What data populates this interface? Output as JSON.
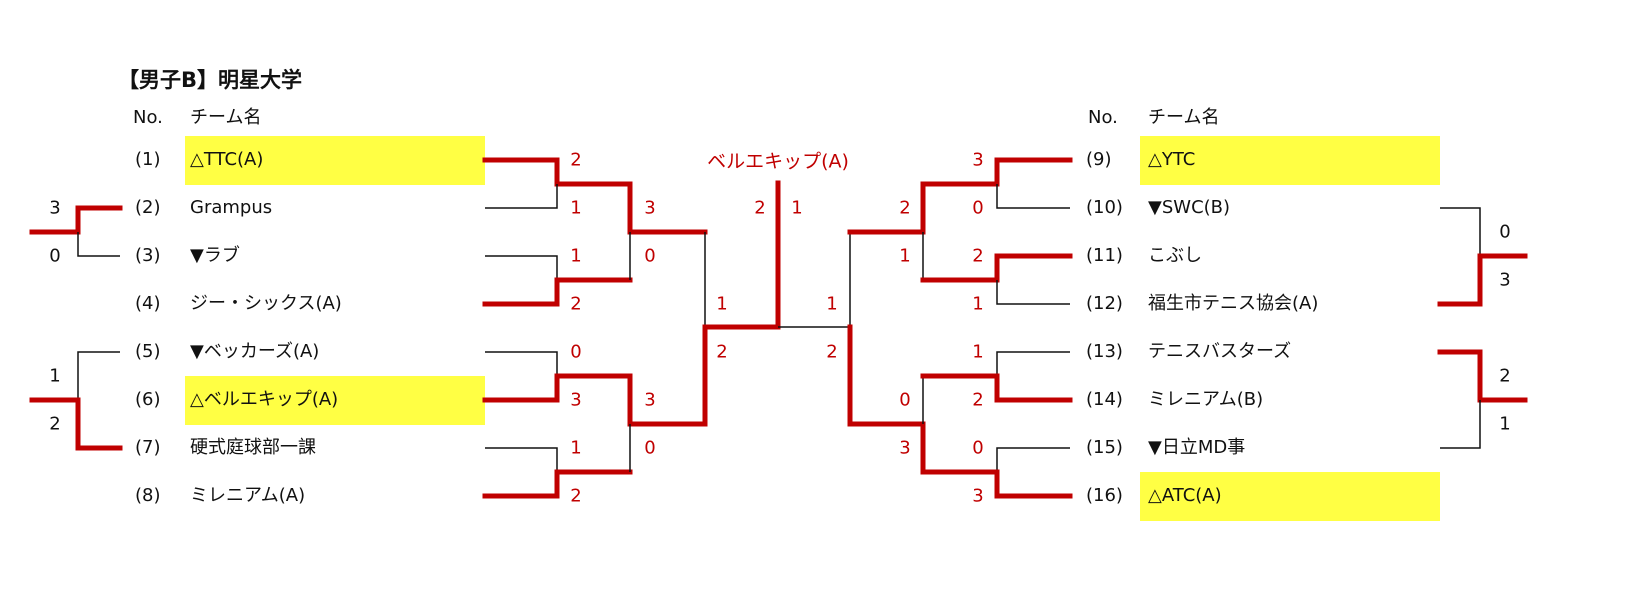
{
  "title": "【男子B】明星大学",
  "headers": {
    "no": "No.",
    "team": "チーム名"
  },
  "champion": "ベルエキップ(A)",
  "left_teams": [
    {
      "no": "(1)",
      "name": "△TTC(A)",
      "highlight": true
    },
    {
      "no": "(2)",
      "name": "Grampus"
    },
    {
      "no": "(3)",
      "name": "▼ラブ"
    },
    {
      "no": "(4)",
      "name": "ジー・シックス(A)"
    },
    {
      "no": "(5)",
      "name": "▼ベッカーズ(A)"
    },
    {
      "no": "(6)",
      "name": "△ベルエキップ(A)",
      "highlight": true
    },
    {
      "no": "(7)",
      "name": "硬式庭球部一課"
    },
    {
      "no": "(8)",
      "name": "ミレニアム(A)"
    }
  ],
  "right_teams": [
    {
      "no": "(9)",
      "name": "△YTC",
      "highlight": true
    },
    {
      "no": "(10)",
      "name": "▼SWC(B)"
    },
    {
      "no": "(11)",
      "name": "こぶし"
    },
    {
      "no": "(12)",
      "name": "福生市テニス協会(A)"
    },
    {
      "no": "(13)",
      "name": "テニスバスターズ"
    },
    {
      "no": "(14)",
      "name": "ミレニアム(B)"
    },
    {
      "no": "(15)",
      "name": "▼日立MD事"
    },
    {
      "no": "(16)",
      "name": "△ATC(A)",
      "highlight": true
    }
  ],
  "scores": {
    "left_r1": [
      "2",
      "1",
      "1",
      "2",
      "0",
      "3",
      "1",
      "2"
    ],
    "left_r2": [
      "3",
      "0",
      "3",
      "0"
    ],
    "left_semi": [
      "1",
      "2"
    ],
    "final": [
      "2",
      "1"
    ],
    "right_semi": [
      "1",
      "2"
    ],
    "right_r2": [
      "2",
      "1",
      "0",
      "3"
    ],
    "right_r1": [
      "3",
      "0",
      "2",
      "1",
      "1",
      "2",
      "0",
      "3"
    ],
    "left_pre": [
      "3",
      "0",
      "1",
      "2"
    ],
    "right_pre": [
      "0",
      "3",
      "2",
      "1"
    ]
  },
  "colors": {
    "win_line": "#c00000",
    "highlight": "#ffff44"
  }
}
